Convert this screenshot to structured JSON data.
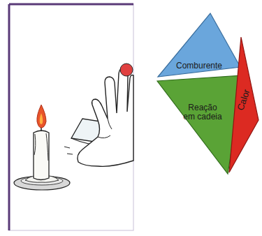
{
  "diagram": {
    "nodes": [
      {
        "text": [
          "Comburente"
        ]
      },
      {
        "text": [
          "Reação em cadeia"
        ]
      },
      {
        "text": [
          "Calor"
        ]
      }
    ]
  }
}
